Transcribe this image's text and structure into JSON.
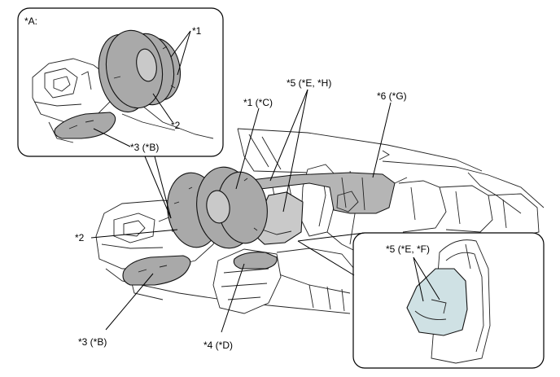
{
  "diagram": {
    "inset_a_title": "*A:",
    "labels": {
      "inset_1": "*1",
      "inset_2": "*2",
      "inset_3": "*3 (*B)",
      "main_1": "*1 (*C)",
      "main_5": "*5 (*E, *H)",
      "main_6": "*6 (*G)",
      "main_2": "*2",
      "main_3": "*3 (*B)",
      "main_4": "*4 (*D)",
      "inset_5": "*5 (*E, *F)"
    },
    "colors": {
      "airbag_fill": "#a9a9a9",
      "side_airbag_fill": "#cfe1e4",
      "line": "#000000",
      "background": "#ffffff"
    }
  }
}
